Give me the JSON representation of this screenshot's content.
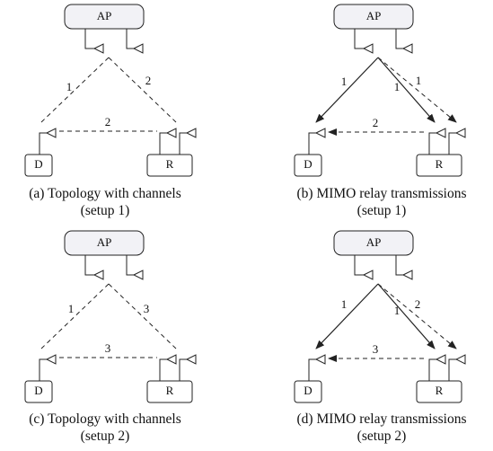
{
  "nodes": {
    "ap": "AP",
    "destination": "D",
    "relay": "R"
  },
  "panels": [
    {
      "caption_line1": "(a) Topology with channels",
      "caption_line2": "(setup 1)",
      "labels": {
        "ap_d": "1",
        "ap_r": "2",
        "r_d": "2"
      }
    },
    {
      "caption_line1": "(b) MIMO relay transmissions",
      "caption_line2": "(setup 1)",
      "labels": {
        "ap_d": "1",
        "ap_r1": "1",
        "ap_r2": "1",
        "r_d": "2"
      }
    },
    {
      "caption_line1": "(c) Topology with channels",
      "caption_line2": "(setup 2)",
      "labels": {
        "ap_d": "1",
        "ap_r": "3",
        "r_d": "3"
      }
    },
    {
      "caption_line1": "(d) MIMO relay transmissions",
      "caption_line2": "(setup 2)",
      "labels": {
        "ap_d": "1",
        "ap_r1": "1",
        "ap_r2": "2",
        "r_d": "3"
      }
    }
  ]
}
